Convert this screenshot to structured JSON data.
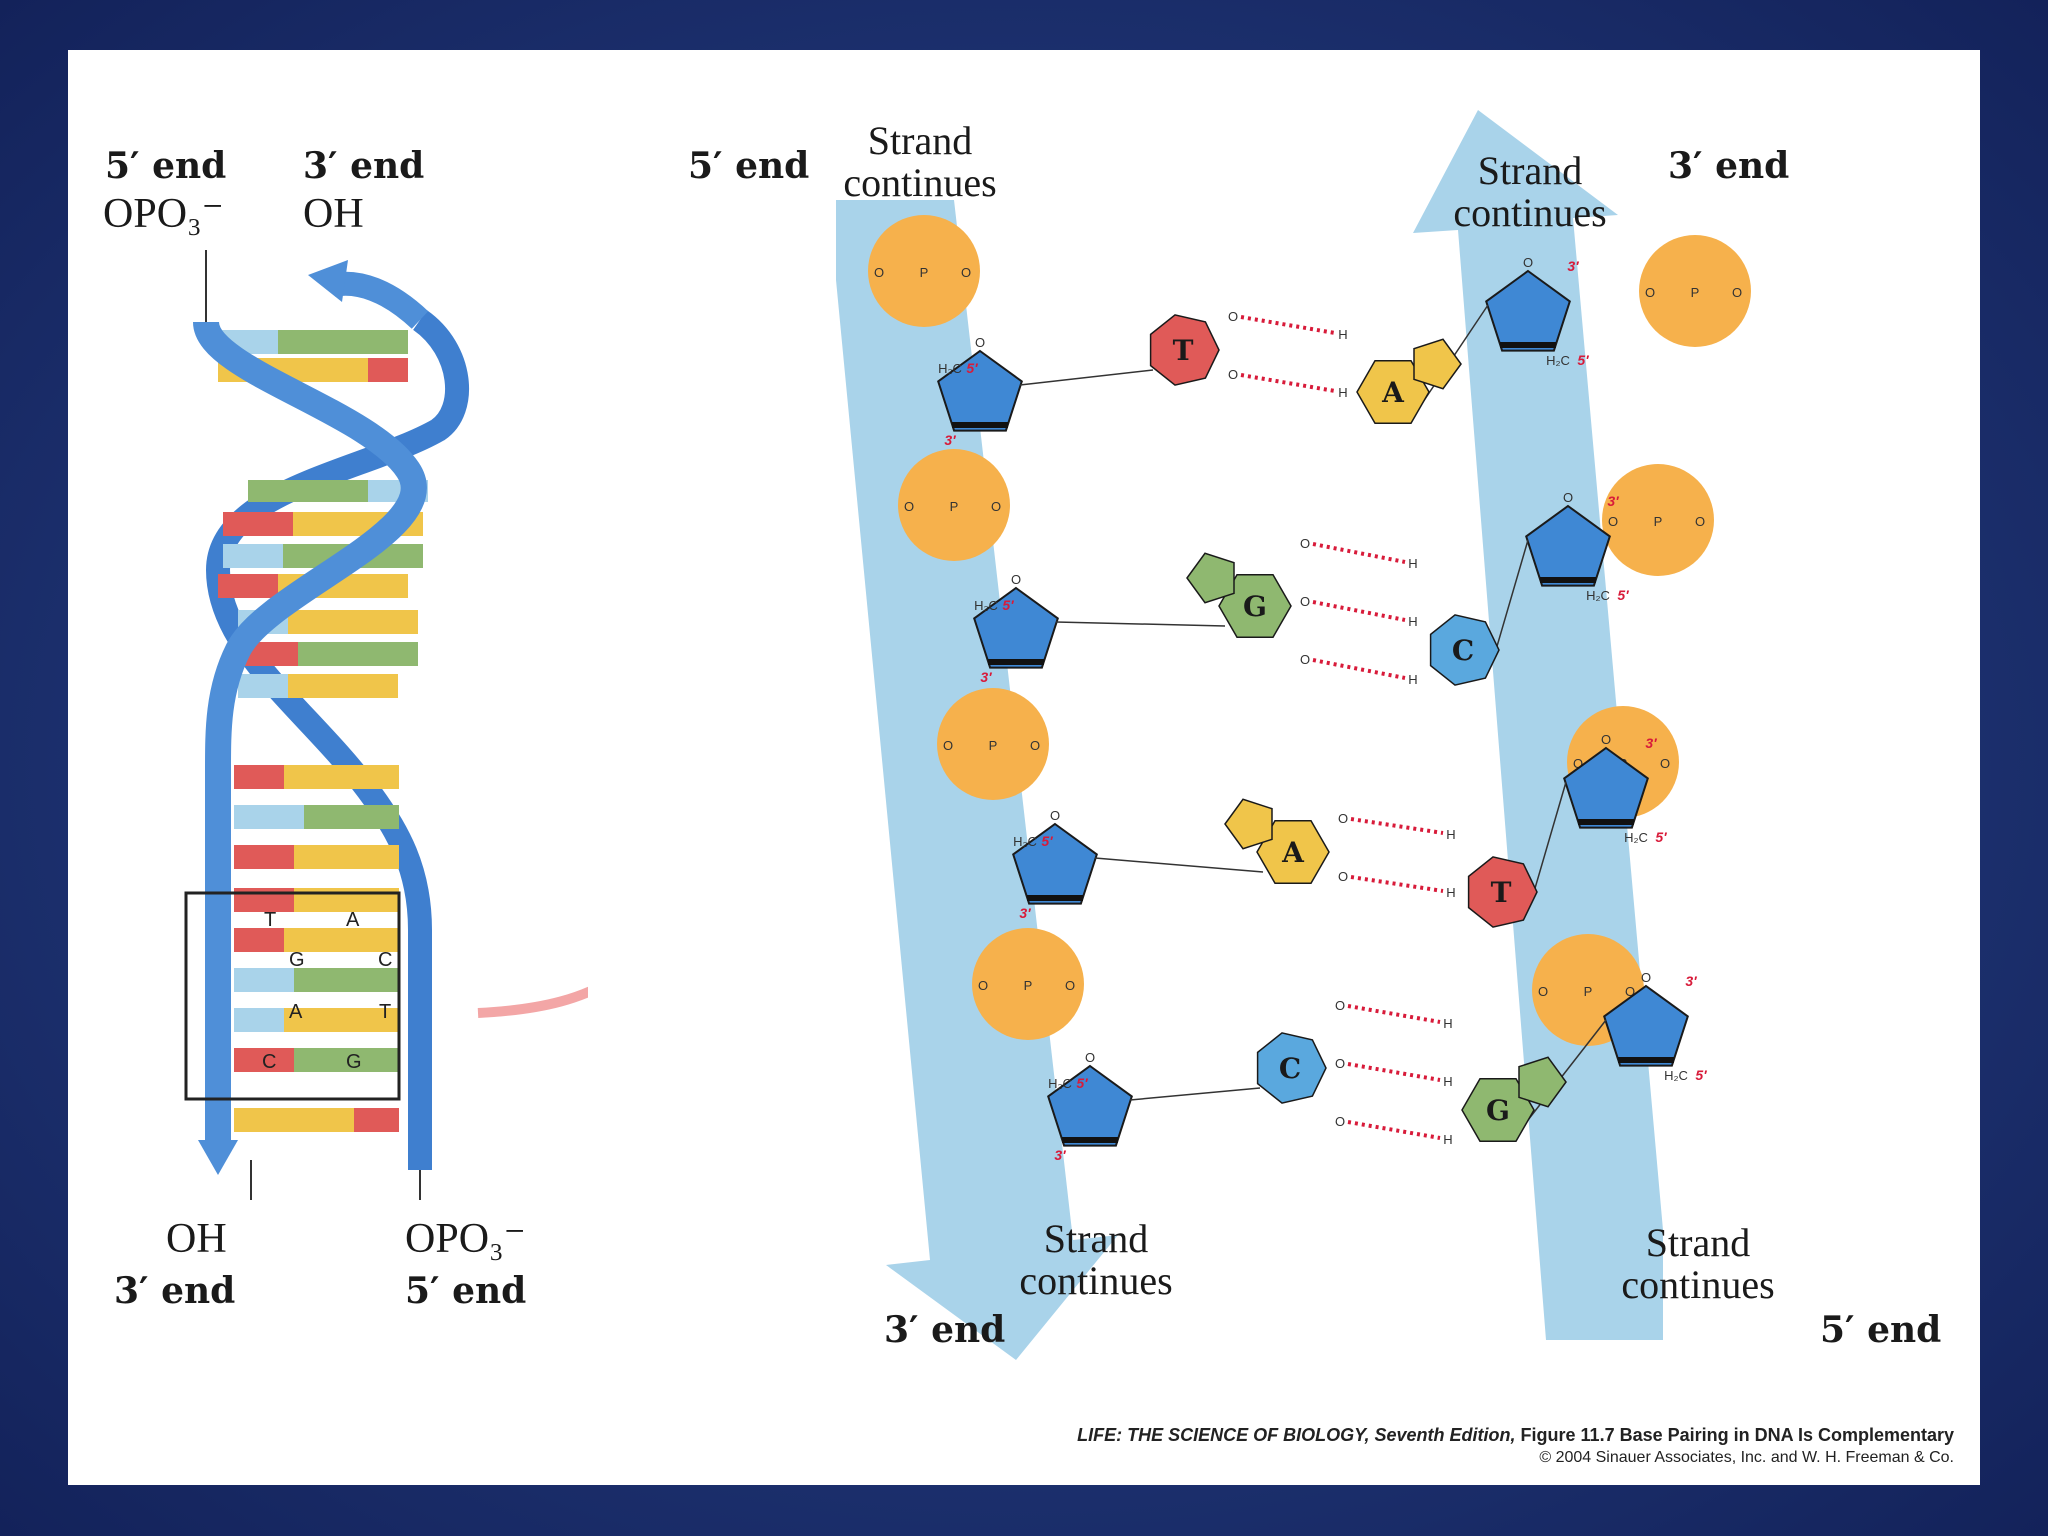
{
  "helix": {
    "top_left": {
      "end": "5′ end",
      "group": "OPO₃⁻"
    },
    "top_right": {
      "end": "3′ end",
      "group": "OH"
    },
    "bottom_left": {
      "end": "3′ end",
      "group": "OH"
    },
    "bottom_right": {
      "end": "5′ end",
      "group": "OPO₃⁻"
    },
    "boxed_pairs": [
      {
        "left": "T",
        "right": "A"
      },
      {
        "left": "G",
        "right": "C"
      },
      {
        "left": "A",
        "right": "T"
      },
      {
        "left": "C",
        "right": "G"
      }
    ]
  },
  "detail": {
    "left_top_end": "5′ end",
    "right_top_end": "3′ end",
    "left_bottom_end": "3′ end",
    "right_bottom_end": "5′ end",
    "strand_continues": "Strand continues",
    "pairs": [
      {
        "left": "T",
        "right": "A",
        "left_color": "#e05a58",
        "right_color": "#f0c54a",
        "hbonds": 2
      },
      {
        "left": "G",
        "right": "C",
        "left_color": "#8fb870",
        "right_color": "#5aa8de",
        "hbonds": 3
      },
      {
        "left": "A",
        "right": "T",
        "left_color": "#f0c54a",
        "right_color": "#e05a58",
        "hbonds": 2
      },
      {
        "left": "C",
        "right": "G",
        "left_color": "#5aa8de",
        "right_color": "#8fb870",
        "hbonds": 3
      }
    ],
    "labels": {
      "prime5": "5′",
      "prime3": "3′",
      "ch2": "H₂C",
      "p": "P",
      "o": "O",
      "h": "H"
    }
  },
  "caption": {
    "line1_italic": "LIFE: THE SCIENCE OF BIOLOGY, Seventh Edition,",
    "line1_rest": " Figure 11.7 Base Pairing in DNA Is Complementary",
    "line2": "© 2004 Sinauer Associates, Inc. and W. H. Freeman & Co."
  },
  "colors": {
    "background": "#1e3372",
    "strand_blue": "#4f8fd8",
    "strand_band": "#a9d3ea",
    "phosphate": "#f6b14c",
    "sugar": "#3f88d4",
    "hbond": "#d81b3a",
    "A": "#f0c54a",
    "T": "#e05a58",
    "G": "#8fb870",
    "C": "#5aa8de"
  }
}
